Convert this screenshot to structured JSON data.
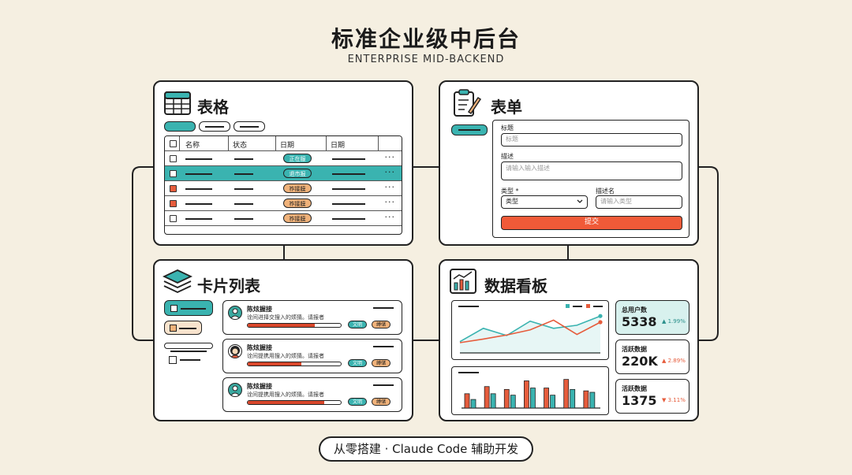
{
  "header": {
    "title": "标准企业级中后台",
    "subtitle": "ENTERPRISE MID-BACKEND"
  },
  "footer": {
    "text": "从零搭建 · Claude Code 辅助开发"
  },
  "colors": {
    "teal": "#3ab3b0",
    "orange": "#f0b27a",
    "red": "#e65c3c",
    "ink": "#222222",
    "background": "#f5efe1"
  },
  "table_panel": {
    "title": "表格",
    "icon": "table-icon",
    "headers": [
      "名称",
      "状态",
      "日期",
      "日期"
    ],
    "rows": [
      {
        "badge": "正在服",
        "badge_color": "teal",
        "highlight": false,
        "checkbox_color": "none"
      },
      {
        "badge": "退市报",
        "badge_color": "teal",
        "highlight": true,
        "checkbox_color": "none"
      },
      {
        "badge": "祚接膜",
        "badge_color": "orange",
        "highlight": false,
        "checkbox_color": "red"
      },
      {
        "badge": "祚接膜",
        "badge_color": "orange",
        "highlight": false,
        "checkbox_color": "red"
      },
      {
        "badge": "祚接膜",
        "badge_color": "orange",
        "highlight": false,
        "checkbox_color": "none"
      }
    ],
    "more": "···"
  },
  "form_panel": {
    "title": "表单",
    "icon": "clipboard-icon",
    "fields": {
      "title_label": "标题",
      "title_placeholder": "标题",
      "desc_label": "描述",
      "desc_placeholder": "请输入输入描述",
      "type_label": "类型 *",
      "type_value": "类型",
      "name_label": "描述名",
      "name_placeholder": "请输入类型"
    },
    "submit_label": "提交"
  },
  "card_panel": {
    "title": "卡片列表",
    "icon": "layers-icon",
    "cards": [
      {
        "name": "陈炫握接",
        "desc": "诠间进择交搜入的烦猜。请报者",
        "progress": 0.72,
        "tag1": "文明",
        "tag2": "缚储",
        "avatar": "avatar-teal"
      },
      {
        "name": "陈炫握接",
        "desc": "诠间提携用搜入的烦猜。请报者",
        "progress": 0.58,
        "tag1": "文明",
        "tag2": "缚储",
        "avatar": "avatar-woman"
      },
      {
        "name": "陈炫握接",
        "desc": "诠间提携用搜入的烦猜。请报者",
        "progress": 0.82,
        "tag1": "文明",
        "tag2": "缚储",
        "avatar": "avatar-teal"
      }
    ]
  },
  "dashboard_panel": {
    "title": "数据看板",
    "icon": "chart-icon",
    "stats": [
      {
        "label": "总用户数",
        "value": "5338",
        "trend": "▲ 1.99%",
        "trend_color": "teal",
        "highlight": true
      },
      {
        "label": "活跃数据",
        "value": "220K",
        "trend": "▲ 2.89%",
        "trend_color": "red",
        "highlight": false
      },
      {
        "label": "活跃数据",
        "value": "1375",
        "trend": "▼ 3.11%",
        "trend_color": "red",
        "highlight": false
      }
    ]
  },
  "chart_data": [
    {
      "type": "line",
      "x": [
        1,
        2,
        3,
        4,
        5,
        6,
        7
      ],
      "series": [
        {
          "values": [
            22,
            48,
            34,
            62,
            48,
            54,
            72
          ]
        },
        {
          "values": [
            20,
            27,
            35,
            45,
            64,
            36,
            60
          ]
        }
      ],
      "ylim": [
        0,
        80
      ],
      "grid": false
    },
    {
      "type": "bar",
      "categories": [
        "1",
        "2",
        "3",
        "4",
        "5",
        "6",
        "7"
      ],
      "series": [
        {
          "values": [
            20,
            30,
            26,
            38,
            28,
            40,
            24
          ]
        },
        {
          "values": [
            12,
            20,
            18,
            28,
            18,
            26,
            22
          ]
        }
      ],
      "ylim": [
        0,
        44
      ],
      "grid": false
    }
  ]
}
